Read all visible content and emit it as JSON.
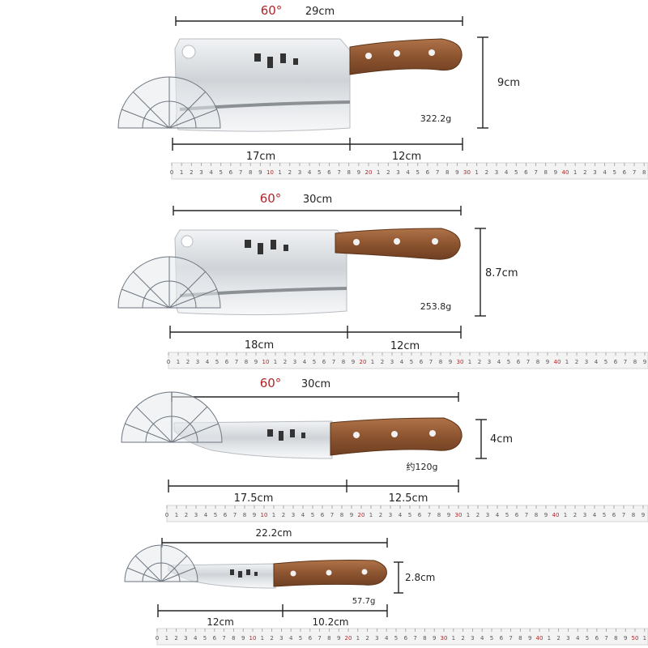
{
  "knives": [
    {
      "angle": "60°",
      "total_length": "29cm",
      "blade_length": "17cm",
      "handle_length": "12cm",
      "height": "9cm",
      "weight": "322.2g"
    },
    {
      "angle": "60°",
      "total_length": "30cm",
      "blade_length": "18cm",
      "handle_length": "12cm",
      "height": "8.7cm",
      "weight": "253.8g"
    },
    {
      "angle": "60°",
      "total_length": "30cm",
      "blade_length": "17.5cm",
      "handle_length": "12.5cm",
      "height": "4cm",
      "weight": "约120g"
    },
    {
      "angle": "",
      "total_length": "22.2cm",
      "blade_length": "12cm",
      "handle_length": "10.2cm",
      "height": "2.8cm",
      "weight": "57.7g"
    }
  ],
  "colors": {
    "blade": "#d9dcdf",
    "blade_edge": "#eef0f2",
    "handle": "#9a5e36",
    "rivet": "#f2f2f2",
    "angle_text": "#b0262a",
    "ruler_number": "#555555",
    "ruler_tens": "#b0262a",
    "protractor": "#6e7680"
  },
  "icons": [
    "cleaver-knife",
    "chef-knife",
    "paring-knife",
    "protractor",
    "ruler"
  ]
}
